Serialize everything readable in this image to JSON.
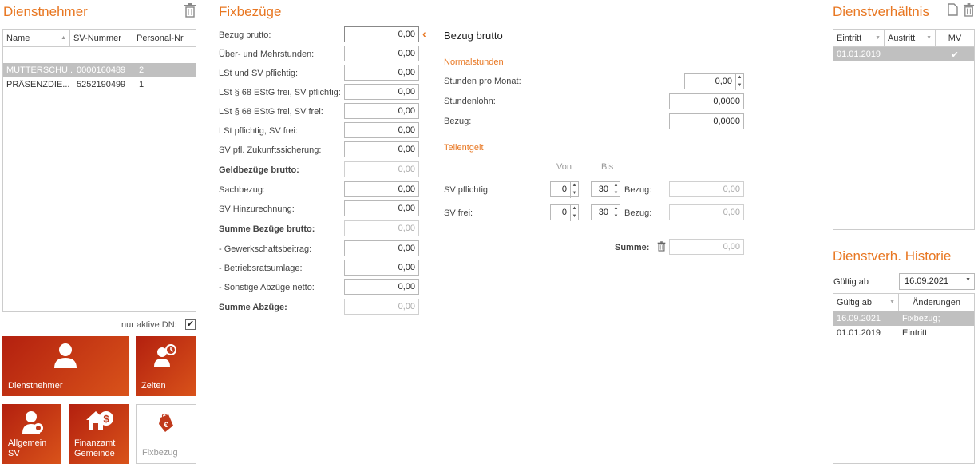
{
  "dienstnehmer": {
    "title": "Dienstnehmer",
    "columns": [
      "Name",
      "SV-Nummer",
      "Personal-Nr"
    ],
    "rows": [
      {
        "name": "MUTTERSCHU...",
        "sv": "0000160489",
        "nr": "2"
      },
      {
        "name": "PRÄSENZDIE...",
        "sv": "5252190499",
        "nr": "1"
      }
    ],
    "filter_label": "nur aktive DN:"
  },
  "tiles": {
    "dienstnehmer": "Dienstnehmer",
    "zeiten": "Zeiten",
    "allgemein_l1": "Allgemein",
    "allgemein_l2": "SV",
    "finanzamt_l1": "Finanzamt",
    "finanzamt_l2": "Gemeinde",
    "fixbezug": "Fixbezug"
  },
  "fixbezuege": {
    "title": "Fixbezüge",
    "fields": [
      {
        "label": "Bezug brutto:",
        "value": "0,00"
      },
      {
        "label": "Über- und Mehrstunden:",
        "value": "0,00"
      },
      {
        "label": "LSt und SV pflichtig:",
        "value": "0,00"
      },
      {
        "label": "LSt § 68 EStG frei, SV pflichtig:",
        "value": "0,00"
      },
      {
        "label": "LSt § 68 EStG frei, SV frei:",
        "value": "0,00"
      },
      {
        "label": "LSt pflichtig, SV frei:",
        "value": "0,00"
      },
      {
        "label": "SV pfl. Zukunftssicherung:",
        "value": "0,00"
      },
      {
        "label": "Geldbezüge brutto:",
        "value": "0,00"
      },
      {
        "label": "Sachbezug:",
        "value": "0,00"
      },
      {
        "label": "SV Hinzurechnung:",
        "value": "0,00"
      },
      {
        "label": "Summe Bezüge brutto:",
        "value": "0,00"
      },
      {
        "label": "- Gewerkschaftsbeitrag:",
        "value": "0,00"
      },
      {
        "label": "- Betriebsratsumlage:",
        "value": "0,00"
      },
      {
        "label": "- Sonstige Abzüge netto:",
        "value": "0,00"
      },
      {
        "label": "Summe Abzüge:",
        "value": "0,00"
      }
    ]
  },
  "bezug_detail": {
    "title": "Bezug brutto",
    "normalstunden": "Normalstunden",
    "stunden_pro_monat_label": "Stunden pro Monat:",
    "stunden_pro_monat": "0,00",
    "stundenlohn_label": "Stundenlohn:",
    "stundenlohn": "0,0000",
    "bezug_label": "Bezug:",
    "bezug": "0,0000",
    "teilentgelt": "Teilentgelt",
    "von": "Von",
    "bis": "Bis",
    "sv_pflichtig_label": "SV pflichtig:",
    "sv_pflichtig_von": "0",
    "sv_pflichtig_bis": "30",
    "sv_pflichtig_bezug": "0,00",
    "sv_frei_label": "SV frei:",
    "sv_frei_von": "0",
    "sv_frei_bis": "30",
    "sv_frei_bezug": "0,00",
    "bezug_small_label": "Bezug:",
    "summe_label": "Summe:",
    "summe": "0,00"
  },
  "dienstverhaeltnis": {
    "title": "Dienstverhältnis",
    "columns": [
      "Eintritt",
      "Austritt",
      "MV"
    ],
    "rows": [
      {
        "eintritt": "01.01.2019",
        "austritt": "",
        "mv": "✔"
      }
    ]
  },
  "historie": {
    "title": "Dienstverh. Historie",
    "gueltig_ab_label": "Gültig ab",
    "gueltig_ab_value": "16.09.2021",
    "columns": [
      "Gültig ab",
      "Änderungen"
    ],
    "rows": [
      {
        "date": "16.09.2021",
        "change": "Fixbezug;"
      },
      {
        "date": "01.01.2019",
        "change": "Eintritt"
      }
    ]
  },
  "colors": {
    "accent": "#e87722",
    "tile": "#c0391b"
  }
}
